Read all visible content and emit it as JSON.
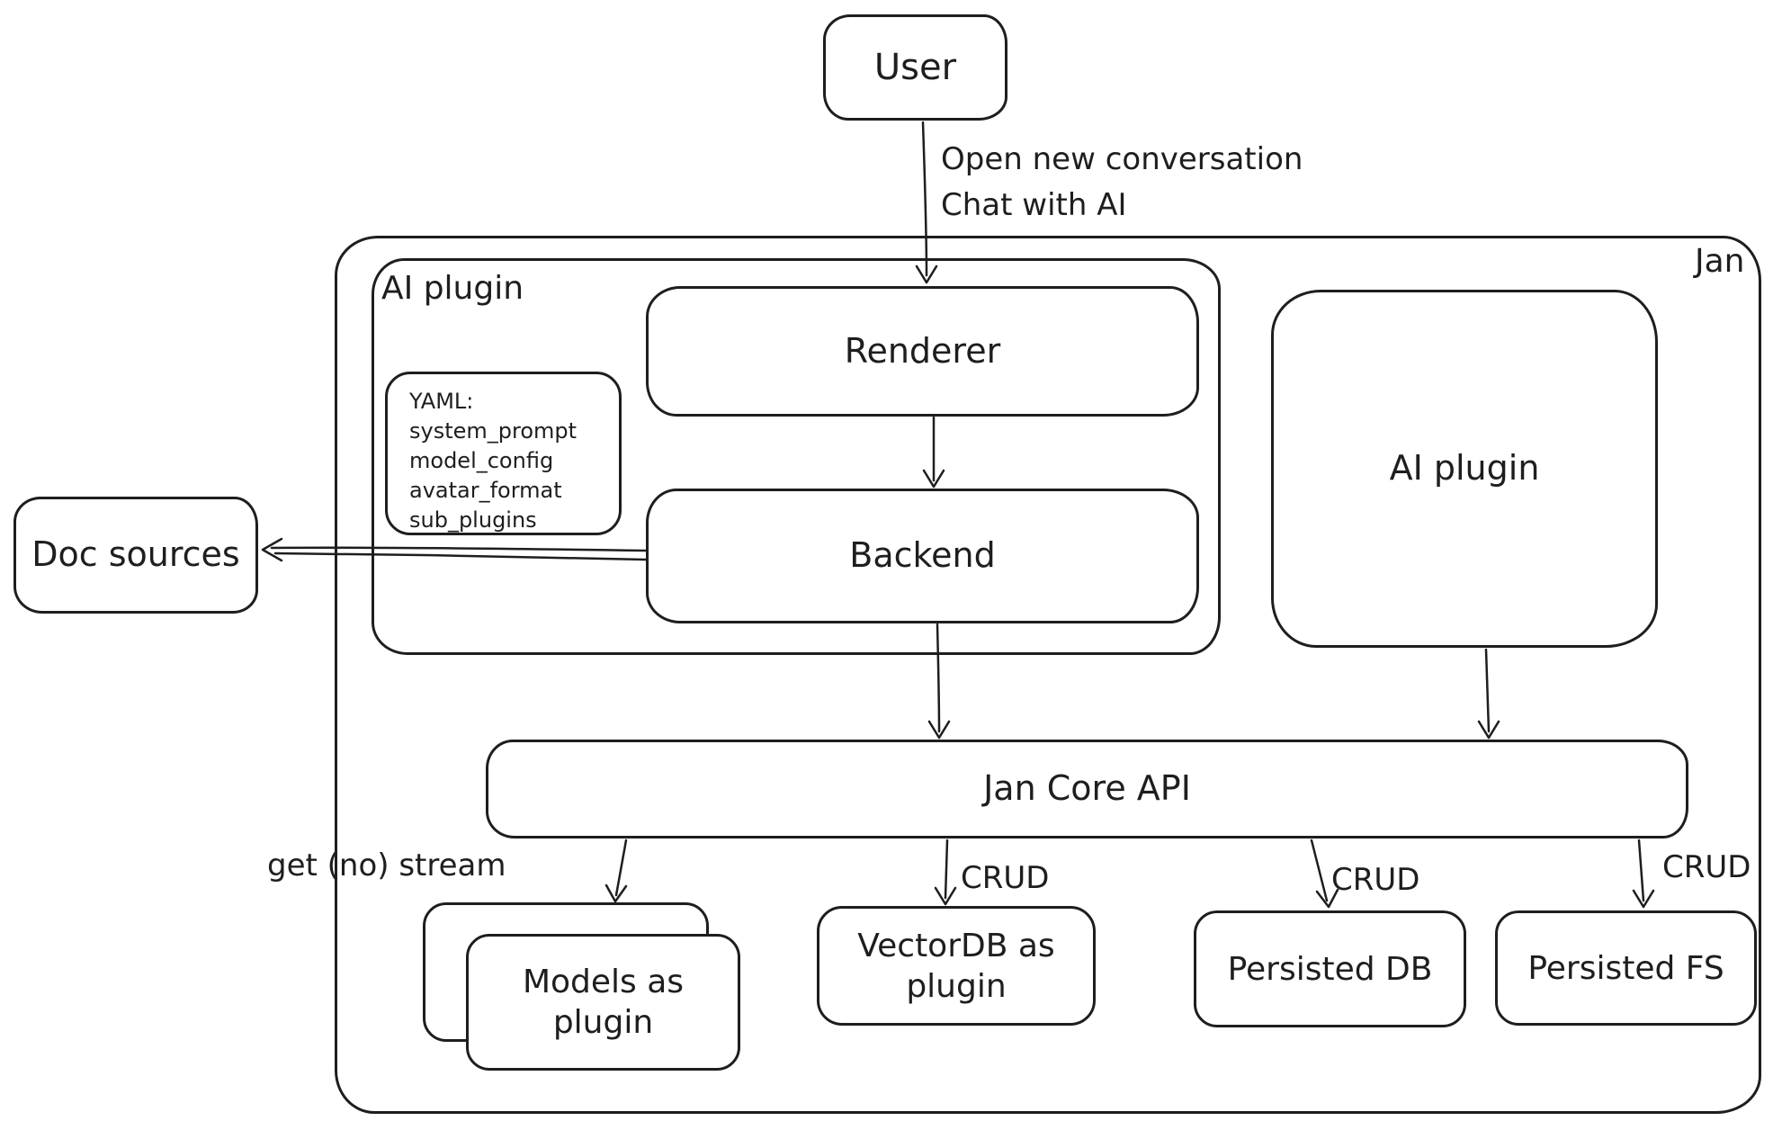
{
  "colors": {
    "stroke": "#1e1e1e",
    "background": "#ffffff"
  },
  "diagram": {
    "user": "User",
    "user_edge": {
      "line1": "Open new conversation",
      "line2": "Chat with AI"
    },
    "jan_label": "Jan",
    "ai_plugin_group_label": "AI plugin",
    "renderer": "Renderer",
    "backend": "Backend",
    "yaml_note": {
      "title": "YAML:",
      "lines": [
        "system_prompt",
        "model_config",
        "avatar_format",
        "sub_plugins"
      ]
    },
    "ai_plugin_right": "AI plugin",
    "doc_sources": "Doc sources",
    "jan_core_api": "Jan Core API",
    "edge_labels": {
      "get_stream": "get (no) stream",
      "crud_vectordb": "CRUD",
      "crud_persisted_db": "CRUD",
      "crud_persisted_fs": "CRUD"
    },
    "models_as_plugin": "Models as plugin",
    "vectordb_as_plugin": "VectorDB as plugin",
    "persisted_db": "Persisted DB",
    "persisted_fs": "Persisted FS"
  }
}
